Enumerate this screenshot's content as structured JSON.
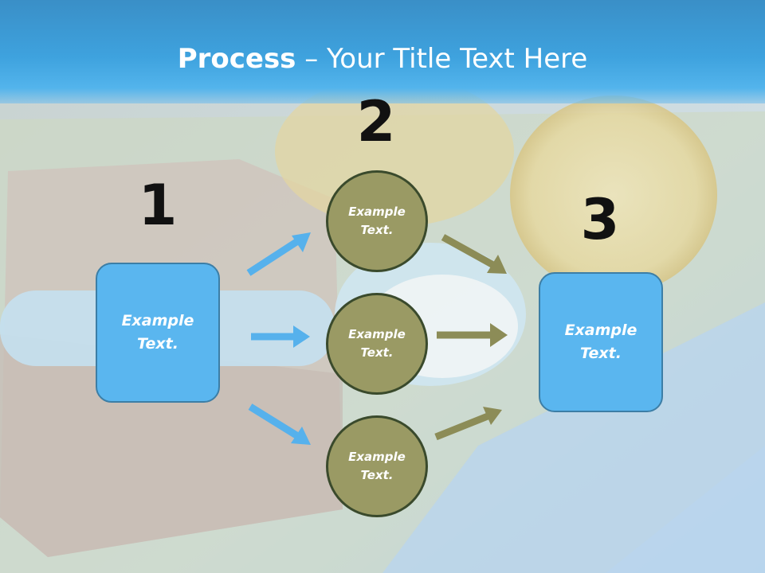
{
  "title": {
    "bold": "Process",
    "rest": " – Your Title Text Here"
  },
  "steps": [
    {
      "number": "1",
      "label": "Example\nText."
    },
    {
      "number": "2",
      "items": [
        "Example\nText.",
        "Example\nText.",
        "Example\nText."
      ]
    },
    {
      "number": "3",
      "label": "Example\nText."
    }
  ],
  "colors": {
    "header": "#3ea2de",
    "box_fill": "#5ab6ef",
    "circle_fill": "#9a9a64",
    "arrow_blue": "#56b1ec",
    "arrow_olive": "#8c8c57"
  }
}
